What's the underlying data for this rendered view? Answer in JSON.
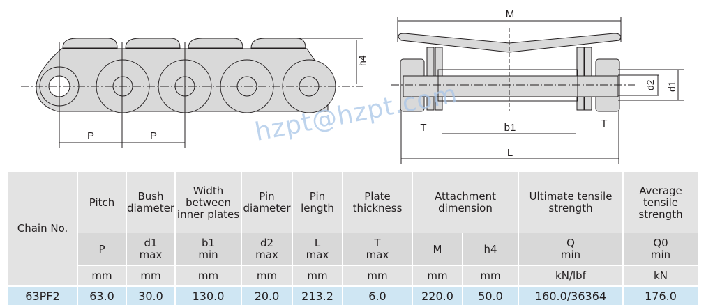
{
  "drawing": {
    "side_view_labels": {
      "pitch_1": "P",
      "pitch_2": "P",
      "height": "h4"
    },
    "end_view_labels": {
      "attachment_width": "M",
      "inner_width": "b1",
      "pin_length": "L",
      "plate_thickness_left": "T",
      "plate_thickness_right": "T",
      "pin_diameter": "d2",
      "bush_diameter": "d1"
    },
    "watermark": "hzpt@hzpt.com"
  },
  "table": {
    "chain_no_header": "Chain No.",
    "columns": [
      {
        "name": "Pitch",
        "symbol": "P",
        "qualifier": "",
        "unit": "mm"
      },
      {
        "name": "Bush diameter",
        "symbol": "d1",
        "qualifier": "max",
        "unit": "mm"
      },
      {
        "name": "Width between inner plates",
        "symbol": "b1",
        "qualifier": "min",
        "unit": "mm"
      },
      {
        "name": "Pin diameter",
        "symbol": "d2",
        "qualifier": "max",
        "unit": "mm"
      },
      {
        "name": "Pin length",
        "symbol": "L",
        "qualifier": "max",
        "unit": "mm"
      },
      {
        "name": "Plate thickness",
        "symbol": "T",
        "qualifier": "max",
        "unit": "mm"
      },
      {
        "name": "Attachment dimension",
        "symbol": "M",
        "qualifier": "",
        "unit": "mm"
      },
      {
        "name": "",
        "symbol": "h4",
        "qualifier": "",
        "unit": "mm"
      },
      {
        "name": "Ultimate tensile strength",
        "symbol": "Q",
        "qualifier": "min",
        "unit": "kN/lbf"
      },
      {
        "name": "Average tensile strength",
        "symbol": "Q0",
        "qualifier": "min",
        "unit": "kN"
      }
    ],
    "rows": [
      {
        "chain_no": "63PF2",
        "values": [
          "63.0",
          "30.0",
          "130.0",
          "20.0",
          "213.2",
          "6.0",
          "220.0",
          "50.0",
          "160.0/36364",
          "176.0"
        ]
      }
    ]
  }
}
